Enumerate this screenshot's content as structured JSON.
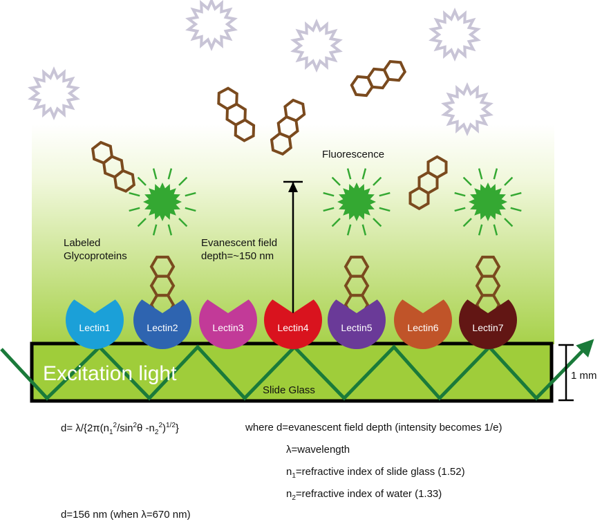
{
  "labels": {
    "labeled_glycoproteins": [
      "Labeled",
      "Glycoproteins"
    ],
    "evanescent_field": [
      "Evanescent field",
      "depth=~150 nm"
    ],
    "fluorescence": "Fluorescence",
    "excitation_light": "Excitation light",
    "slide_glass": "Slide Glass",
    "thickness": "1 mm"
  },
  "lectins": [
    {
      "name": "Lectin1",
      "color": "#1ba0d8"
    },
    {
      "name": "Lectin2",
      "color": "#2e64b0"
    },
    {
      "name": "Lectin3",
      "color": "#c23a98"
    },
    {
      "name": "Lectin4",
      "color": "#d9131e"
    },
    {
      "name": "Lectin5",
      "color": "#6a3a98"
    },
    {
      "name": "Lectin6",
      "color": "#c05429"
    },
    {
      "name": "Lectin7",
      "color": "#621614"
    }
  ],
  "colors": {
    "glass_fill": "#9fcd3a",
    "beam": "#1a7a3a",
    "glycan": "#7a4a1e",
    "fluor_on": "#34a832",
    "fluor_off": "#c8c4d6",
    "gradient_bottom": "#a7d14a"
  },
  "formula": {
    "d_prefix": "d= λ/{2π(n",
    "n1_sub": "1",
    "n1_sup": "2",
    "sin_part": "/sin",
    "sin_sup": "2",
    "theta_part": "θ -n",
    "n2_sub": "2",
    "n2_sup": "2",
    "close": ")",
    "exp": "1/2",
    "brace": "}",
    "where": "where d=evanescent field depth (intensity becomes 1/e)",
    "lambda_def": "λ=wavelength",
    "n1_def_prefix": "n",
    "n1_def_sub": "1",
    "n1_def_rest": "=refractive index of slide glass (1.52)",
    "n2_def_prefix": "n",
    "n2_def_sub": "2",
    "n2_def_rest": "=refractive index of water (1.33)",
    "result": "d=156 nm (when  λ=670 nm)"
  }
}
